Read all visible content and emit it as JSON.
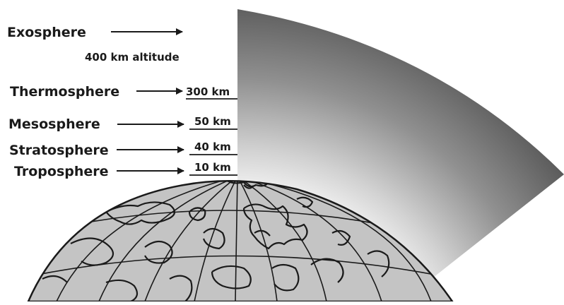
{
  "layers": [
    {
      "name": "Exosphere",
      "altitude": ""
    },
    {
      "name": "Thermosphere",
      "altitude": "300 km"
    },
    {
      "name": "Mesosphere",
      "altitude": "50 km"
    },
    {
      "name": "Stratosphere",
      "altitude": "40 km"
    },
    {
      "name": "Troposphere",
      "altitude": "10 km"
    }
  ],
  "exosphere_note": "400 km altitude",
  "colors": {
    "atmosphere_dark": "#5a5a5a",
    "atmosphere_light": "#f2f2f2",
    "globe_fill": "#c4c4c4",
    "line": "#1a1a1a"
  }
}
